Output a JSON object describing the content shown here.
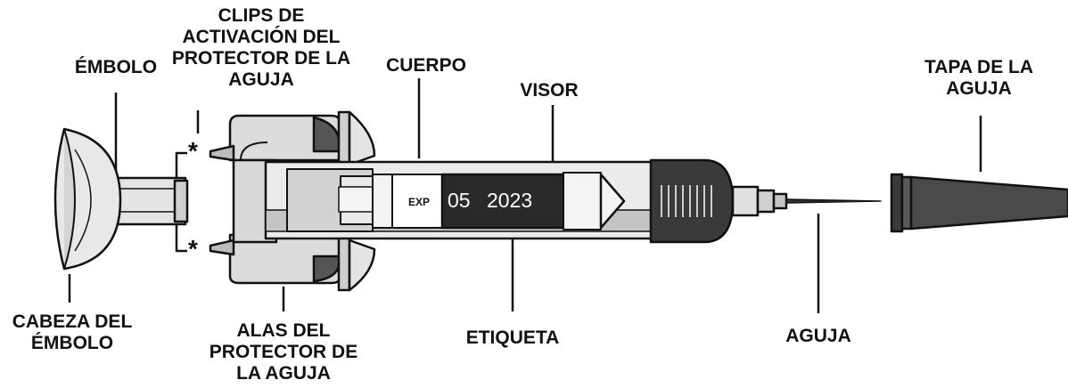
{
  "diagram": {
    "labels": {
      "plunger": [
        "ÉMBOLO"
      ],
      "clips": [
        "CLIPS DE",
        "ACTIVACIÓN DEL",
        "PROTECTOR DE LA",
        "AGUJA"
      ],
      "body": [
        "CUERPO"
      ],
      "window": [
        "VISOR"
      ],
      "needle_cap": [
        "TAPA DE LA",
        "AGUJA"
      ],
      "plunger_head": [
        "CABEZA DEL",
        "ÉMBOLO"
      ],
      "wings": [
        "ALAS DEL",
        "PROTECTOR DE",
        "LA AGUJA"
      ],
      "label": [
        "ETIQUETA"
      ],
      "needle": [
        "AGUJA"
      ]
    },
    "syringe_label": {
      "exp": "EXP",
      "month": "05",
      "year": "2023"
    },
    "clip_markers": [
      "*",
      "*"
    ],
    "colors": {
      "outline": "#111111",
      "light_gray": "#dcdcdc",
      "mid_gray": "#b5b5b5",
      "dark_gray": "#3a3a3a",
      "label_bg": "#2a2a2a"
    }
  }
}
